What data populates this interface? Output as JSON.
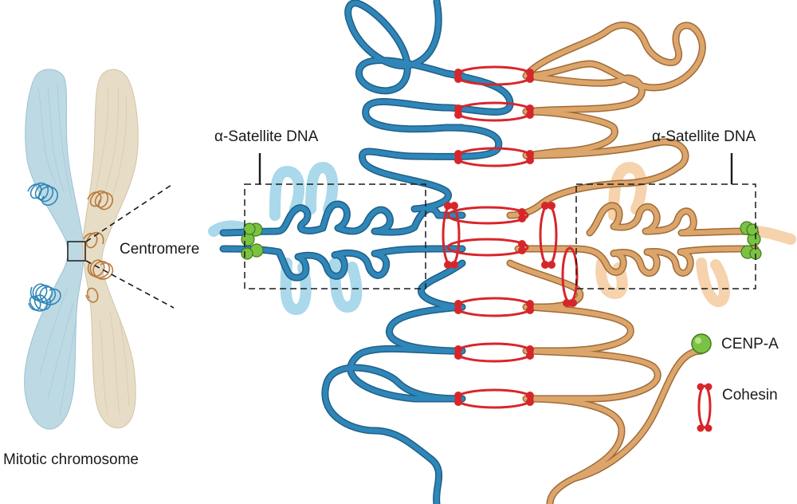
{
  "labels": {
    "mitotic_chromosome": "Mitotic chromosome",
    "centromere": "Centromere",
    "satellite_left": "α-Satellite DNA",
    "satellite_right": "α-Satellite DNA"
  },
  "legend": {
    "cenpa": "CENP-A",
    "cohesin": "Cohesin"
  },
  "colors": {
    "blue_strand": "#2f86b8",
    "blue_light": "#a9d9ea",
    "tan_strand": "#dca56c",
    "tan_light": "#f6d2ad",
    "cohesin": "#d7262b",
    "cenpa": "#7cc242",
    "chromatid_blue": "#bcd9e4",
    "chromatid_tan": "#e7dcc6"
  },
  "icons": [
    "cenp-a-icon",
    "cohesin-icon"
  ]
}
